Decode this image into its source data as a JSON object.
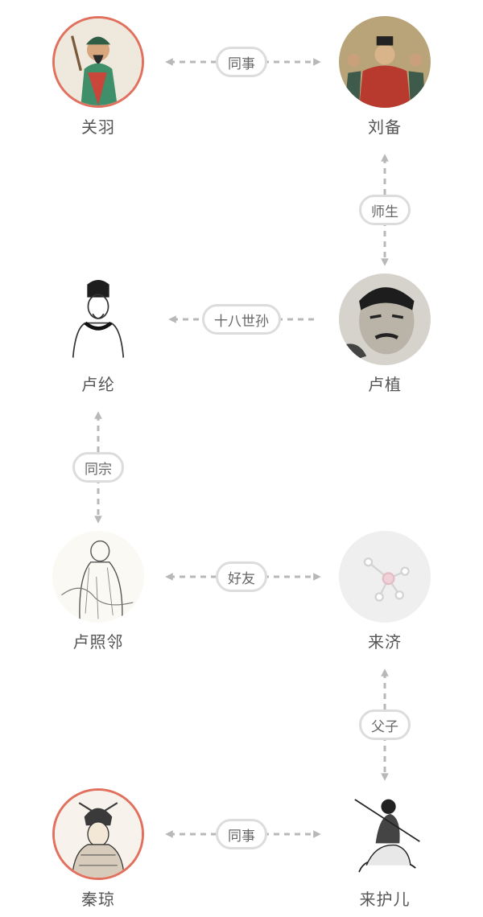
{
  "people": {
    "guanyu": "关羽",
    "liubei": "刘备",
    "lulun": "卢纶",
    "luzhi": "卢植",
    "luzhaolin": "卢照邻",
    "laiji": "来济",
    "qinqiong": "秦琼",
    "laihuer": "来护儿"
  },
  "relations": {
    "guanyu_liubei": "同事",
    "liubei_luzhi": "师生",
    "luzhi_lulun": "十八世孙",
    "lulun_luzhaolin": "同宗",
    "luzhaolin_laiji": "好友",
    "laiji_laihuer": "父子",
    "qinqiong_laihuer": "同事"
  },
  "colors": {
    "ring": "#e1705e",
    "connector": "#b8b8b8",
    "pill_border": "#dcdcdc",
    "text": "#555555"
  },
  "icons": {
    "placeholder": "graph-network-icon"
  }
}
